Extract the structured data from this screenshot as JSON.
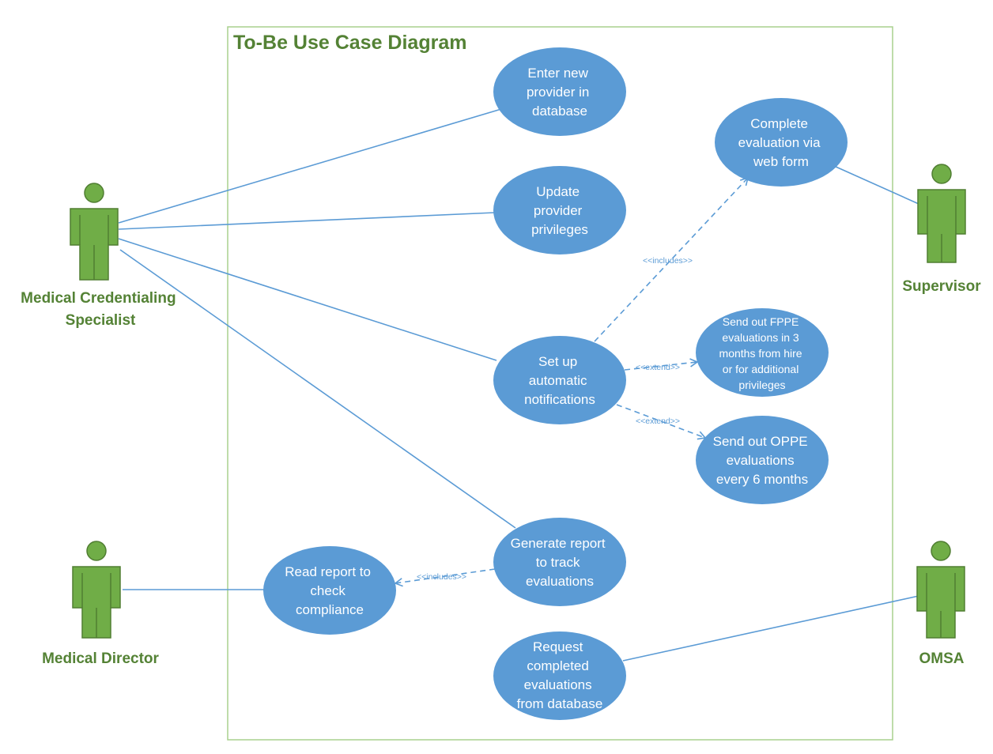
{
  "title": "To-Be Use Case Diagram",
  "actors": {
    "specialist": [
      "Medical Credentialing",
      "Specialist"
    ],
    "supervisor": [
      "Supervisor"
    ],
    "director": [
      "Medical Director"
    ],
    "omsa": [
      "OMSA"
    ]
  },
  "use_cases": {
    "enter_provider": [
      "Enter new",
      "provider in",
      "database"
    ],
    "update_privileges": [
      "Update",
      "provider",
      "privileges"
    ],
    "complete_evaluation": [
      "Complete",
      "evaluation via",
      "web form"
    ],
    "setup_notifications": [
      "Set up",
      "automatic",
      "notifications"
    ],
    "send_fppe": [
      "Send out FPPE",
      "evaluations in 3",
      "months from hire",
      "or for additional",
      "privileges"
    ],
    "send_oppe": [
      "Send out OPPE",
      "evaluations",
      "every 6 months"
    ],
    "generate_report": [
      "Generate report",
      "to track",
      "evaluations"
    ],
    "read_report": [
      "Read report to",
      "check",
      "compliance"
    ],
    "request_evaluations": [
      "Request",
      "completed",
      "evaluations",
      "from database"
    ]
  },
  "relationships": {
    "includes_label": "<<includes>>",
    "extend_label": "<<extend>>"
  },
  "colors": {
    "use_case_fill": "#5b9bd5",
    "actor_fill": "#70ad47",
    "label_green": "#548235",
    "boundary": "#a9d18e",
    "line": "#5b9bd5"
  }
}
